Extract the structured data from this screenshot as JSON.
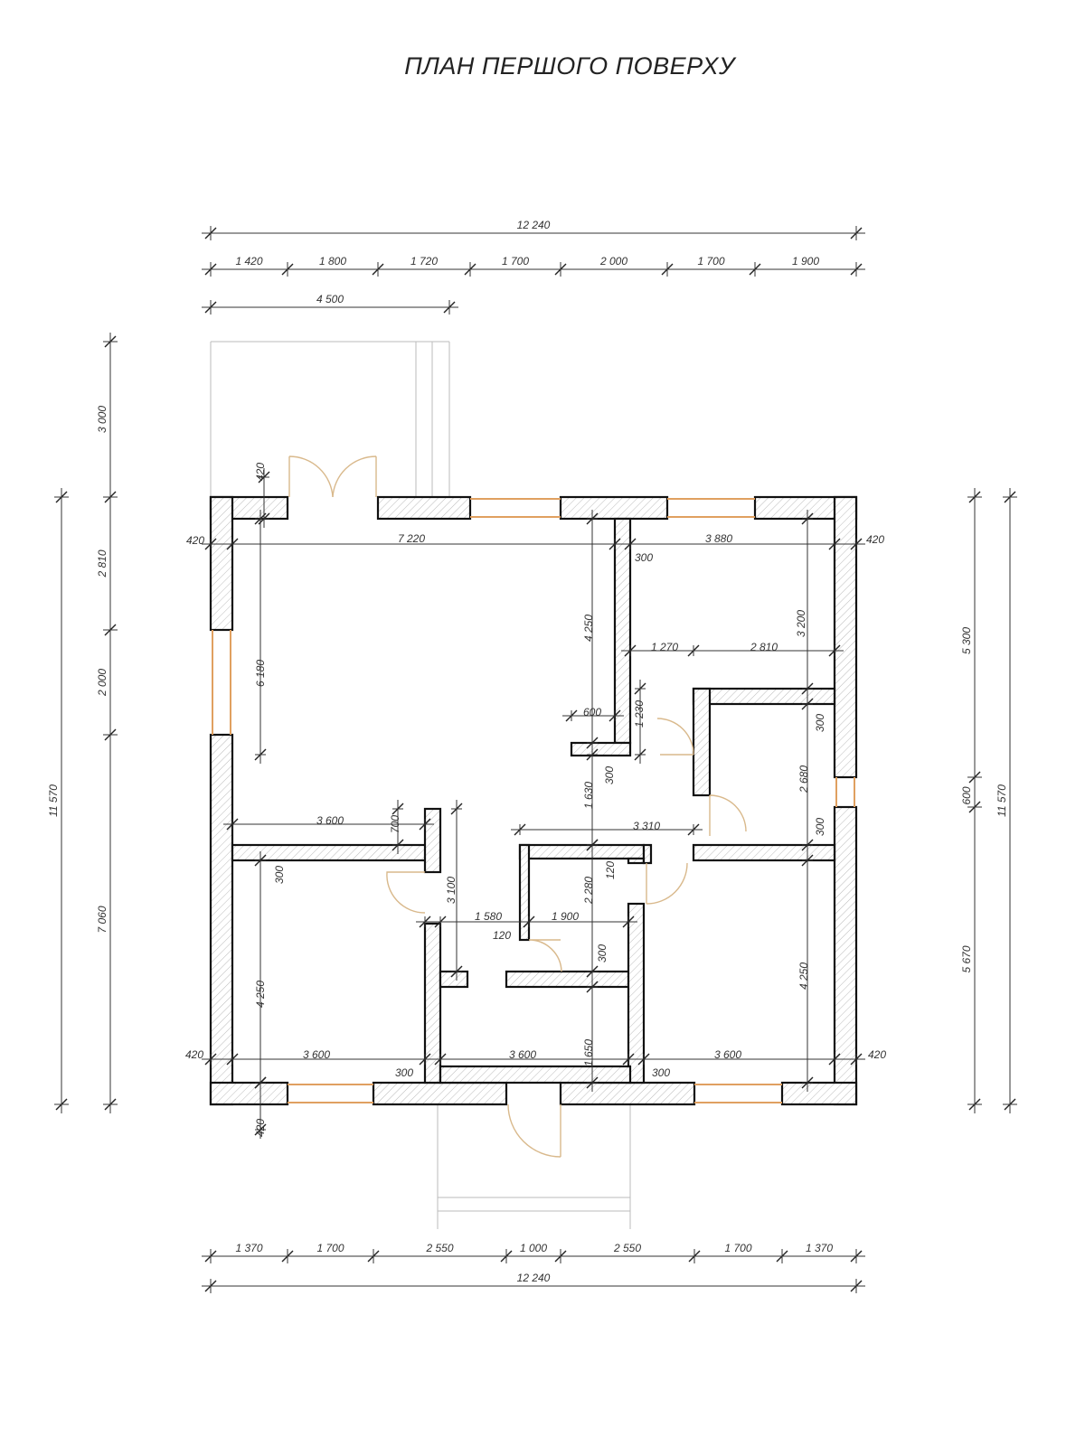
{
  "title": "ПЛАН ПЕРШОГО ПОВЕРХУ",
  "colors": {
    "walls": "#111111",
    "windows": "#e0a060",
    "doors": "#d9b98c",
    "dimensions": "#333333"
  },
  "top_dimensions": {
    "total": "12 240",
    "chain": [
      "1 420",
      "1 800",
      "1 720",
      "1 700",
      "2 000",
      "1 700",
      "1 900"
    ],
    "porch": "4 500"
  },
  "bottom_dimensions": {
    "chain": [
      "1 370",
      "1 700",
      "2 550",
      "1 000",
      "2 550",
      "1 700",
      "1 370"
    ],
    "total": "12 240"
  },
  "left_dimensions": {
    "total": "11 570",
    "chain": [
      "3 000",
      "2 810",
      "2 000",
      "7 060"
    ]
  },
  "right_dimensions": {
    "chain": [
      "5 300",
      "600",
      "5 670"
    ],
    "total": "11 570"
  },
  "interior_labels": [
    "420",
    "7 220",
    "3 880",
    "420",
    "300",
    "420",
    "6 180",
    "4 250",
    "3 200",
    "1 270",
    "2 810",
    "600",
    "1 230",
    "300",
    "1 630",
    "300",
    "2 680",
    "300",
    "3 600",
    "700",
    "3 310",
    "300",
    "3 100",
    "2 280",
    "120",
    "1 580",
    "1 900",
    "120",
    "300",
    "4 250",
    "4 250",
    "1 650",
    "420",
    "3 600",
    "3 600",
    "3 600",
    "420",
    "300",
    "300",
    "420"
  ]
}
